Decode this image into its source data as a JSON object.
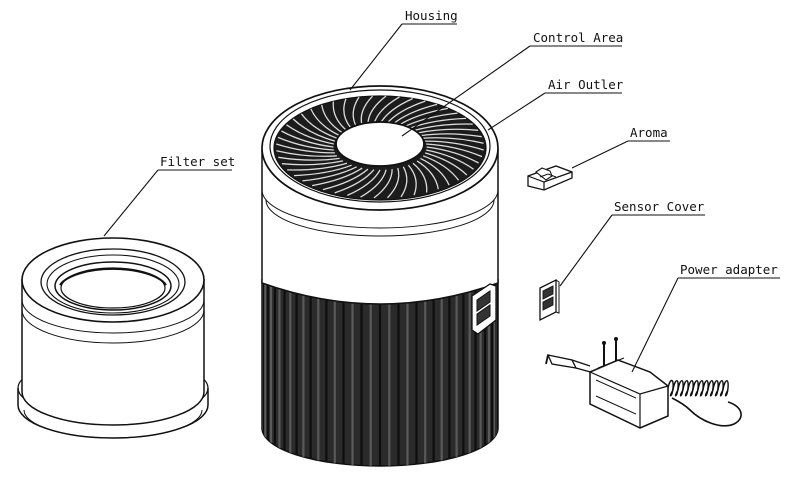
{
  "labels": {
    "housing": "Housing",
    "control_area": "Control Area",
    "air_outlet": "Air Outler",
    "aroma": "Aroma",
    "sensor_cover": "Sensor Cover",
    "power_adapter": "Power adapter",
    "filter_set": "Filter set"
  },
  "colors": {
    "ink": "#111111",
    "background": "#ffffff",
    "grille": "#1a1a1a"
  }
}
